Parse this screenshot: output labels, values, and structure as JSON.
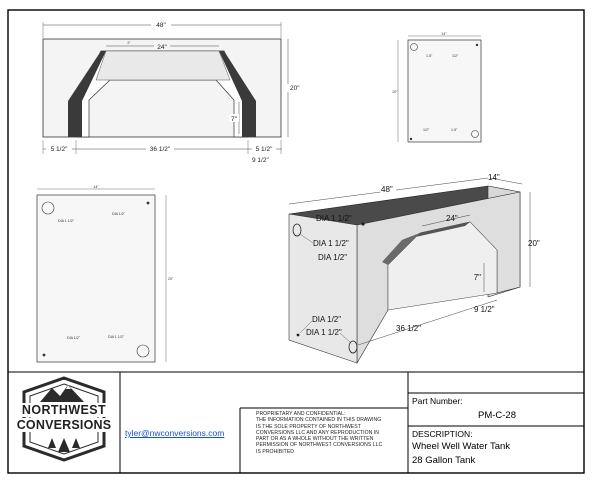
{
  "views": {
    "front": {
      "width": "48\"",
      "top_width": "24\"",
      "top_gap": "2\"",
      "height": "20\"",
      "inner_height": "7\"",
      "left_margin": "5 1/2\"",
      "bottom_span": "36 1/2\"",
      "right_margin": "5 1/2\"",
      "right_offset": "9 1/2\""
    },
    "small_top": {
      "width": "14\"",
      "height": "20\"",
      "hole_tl": "1.5\"",
      "hole_tr": "1/2\"",
      "hole_bl": "1/2\"",
      "hole_br": "1.5\""
    },
    "large_top": {
      "width": "14\"",
      "height": "20\"",
      "hole_tl": "DIA 1 1/2\"",
      "hole_tr": "DIA 1/2\"",
      "hole_bl": "DIA 1/2\"",
      "hole_br": "DIA 1 1/2\""
    },
    "iso": {
      "length": "48\"",
      "depth": "14\"",
      "height": "20\"",
      "top_width": "24\"",
      "inner_height": "7\"",
      "right_offset": "9 1/2\"",
      "bottom_span": "36 1/2\"",
      "dia_top": "DIA 1 1/2\"",
      "dia_left_1": "DIA 1 1/2\"",
      "dia_left_2": "DIA 1/2\"",
      "dia_bottom_1": "DIA 1/2\"",
      "dia_bottom_2": "DIA 1 1/2\""
    }
  },
  "title_block": {
    "logo_line1": "NORTHWEST",
    "logo_line2": "CONVERSIONS",
    "email": "tyler@nwconversions.com",
    "legal_text": "PROPRIETARY AND CONFIDENTIAL:\nTHE INFORMATION CONTAINED IN THIS DRAWING\nIS THE SOLE PROPERTY OF NORTHWEST\nCONVERSIONS LLC AND ANY REPRODUCTION IN\nPART OR AS A WHOLE WITHOUT THE WRITTEN\nPERMISSION OF NORTHWEST CONVERSIONS LLC\nIS PROHIBITED",
    "part_number_label": "Part Number:",
    "part_number": "PM-C-28",
    "description_label": "DESCRIPTION:",
    "description_line1": "Wheel Well Water Tank",
    "description_line2": "28 Gallon Tank"
  },
  "colors": {
    "border": "#000000",
    "link": "#1a4fd6",
    "panel": "#ececec",
    "dark": "#3a3a3a"
  }
}
